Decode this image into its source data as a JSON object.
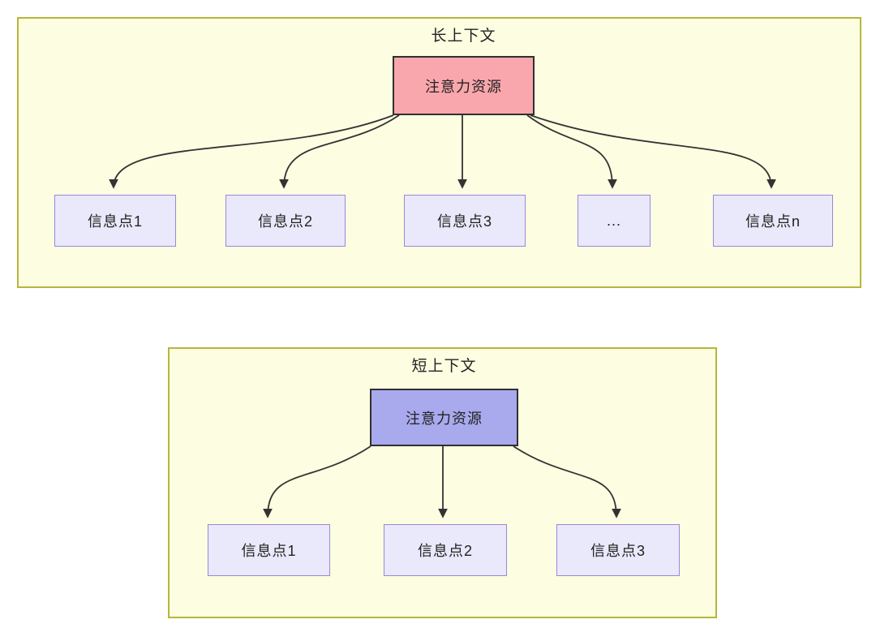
{
  "colors": {
    "panel_bg": "#fdfde1",
    "panel_border": "#b6b63c",
    "attention_long_fill": "#f9a7ad",
    "attention_short_fill": "#a9a9ee",
    "node_border_dark": "#2f2f2f",
    "info_fill": "#e9e9fb",
    "info_border": "#9d86db",
    "arrow": "#333333",
    "text": "#222222"
  },
  "diagrams": [
    {
      "title": "长上下文",
      "attention_label": "注意力资源",
      "info_nodes": [
        "信息点1",
        "信息点2",
        "信息点3",
        "...",
        "信息点n"
      ]
    },
    {
      "title": "短上下文",
      "attention_label": "注意力资源",
      "info_nodes": [
        "信息点1",
        "信息点2",
        "信息点3"
      ]
    }
  ]
}
